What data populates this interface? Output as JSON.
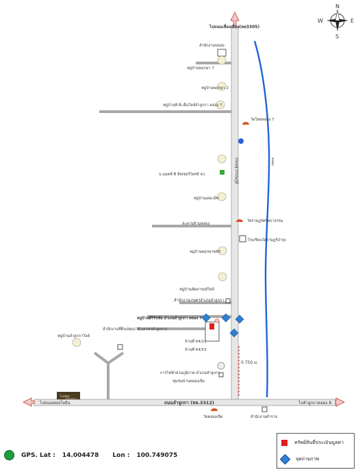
{
  "map": {
    "compass": {
      "n": "N",
      "s": "S",
      "e": "E",
      "w": "W"
    },
    "roads": {
      "north_destination": "ไปถนนเลี่ยงเมือง(ทล3305)",
      "main_road": "ถนนลำลูกกา (ทล.3312)",
      "west_destination": "ไปถนนพหลโยธิน",
      "east_destination": "ไปลำลูกกาคลอง 8",
      "side_road_label": "ถนนสุวรรณภูมิ"
    },
    "places": {
      "school_north": "สำนักงานขนส่ง",
      "village_1": "หมู่บ้านพฤกษา 7",
      "village_2": "หมู่บ้านพฤกษา 2",
      "village_3": "หมู่บ้านพี.พี.เอ็นวิลล์ลำลูกกา คลอง 7",
      "temple_1": "วัดไทยคลอง 7",
      "gas_station": "บ.แมคซ์ พี ลีสเซอร์ไพรซ์ จก.",
      "village_4": "หมู่บ้านเดอะมีท",
      "bridge": "สะพานข้ามคลอง",
      "temple_2": "วัดราษฎร์ศรัทธาธรรม",
      "school_2": "โรงเรียนวัดราษฎร์บำรุง",
      "village_5": "หมู่บ้านพฤกษาพลัส",
      "village_6": "หมู่บ้านลัดดารมย์วิลล์",
      "office_1": "สำนักงานเกษตรอำเภอลำลูกกา",
      "property_village": "หมู่บ้านศิริรัชชัย อำเภอลำลูกกา คลอง 7",
      "house_1": "บ้านที่ 64/21",
      "house_2": "บ้านที่ 64/53",
      "village_west": "หมู่บ้านลำลูกกาวิลล์",
      "office_west": "สำนักงานที่ดินปทุมธานี (สาขาลำลูกกา)",
      "electricity": "การไฟฟ้าส่วนภูมิภาค อำเภอลำลูกกา",
      "community": "ชุมชนบ้านคลองเจ็ด",
      "lotus": "Lotus",
      "lotus_sub": "SUPERCENTER",
      "temple_3": "วัดคลองเจ็ด",
      "police": "สำนักงานตำรวจ",
      "distance": "0.750 ม.",
      "canal": "คลอง"
    }
  },
  "legend": {
    "item_1": "ทรัพย์สินที่ประเมินมูลค่า",
    "item_2": "จุดถ่ายภาพ"
  },
  "gps": {
    "lat_label": "GPS. Lat :",
    "lat": "14.004478",
    "lon_label": "Lon :",
    "lon": "100.749075"
  }
}
